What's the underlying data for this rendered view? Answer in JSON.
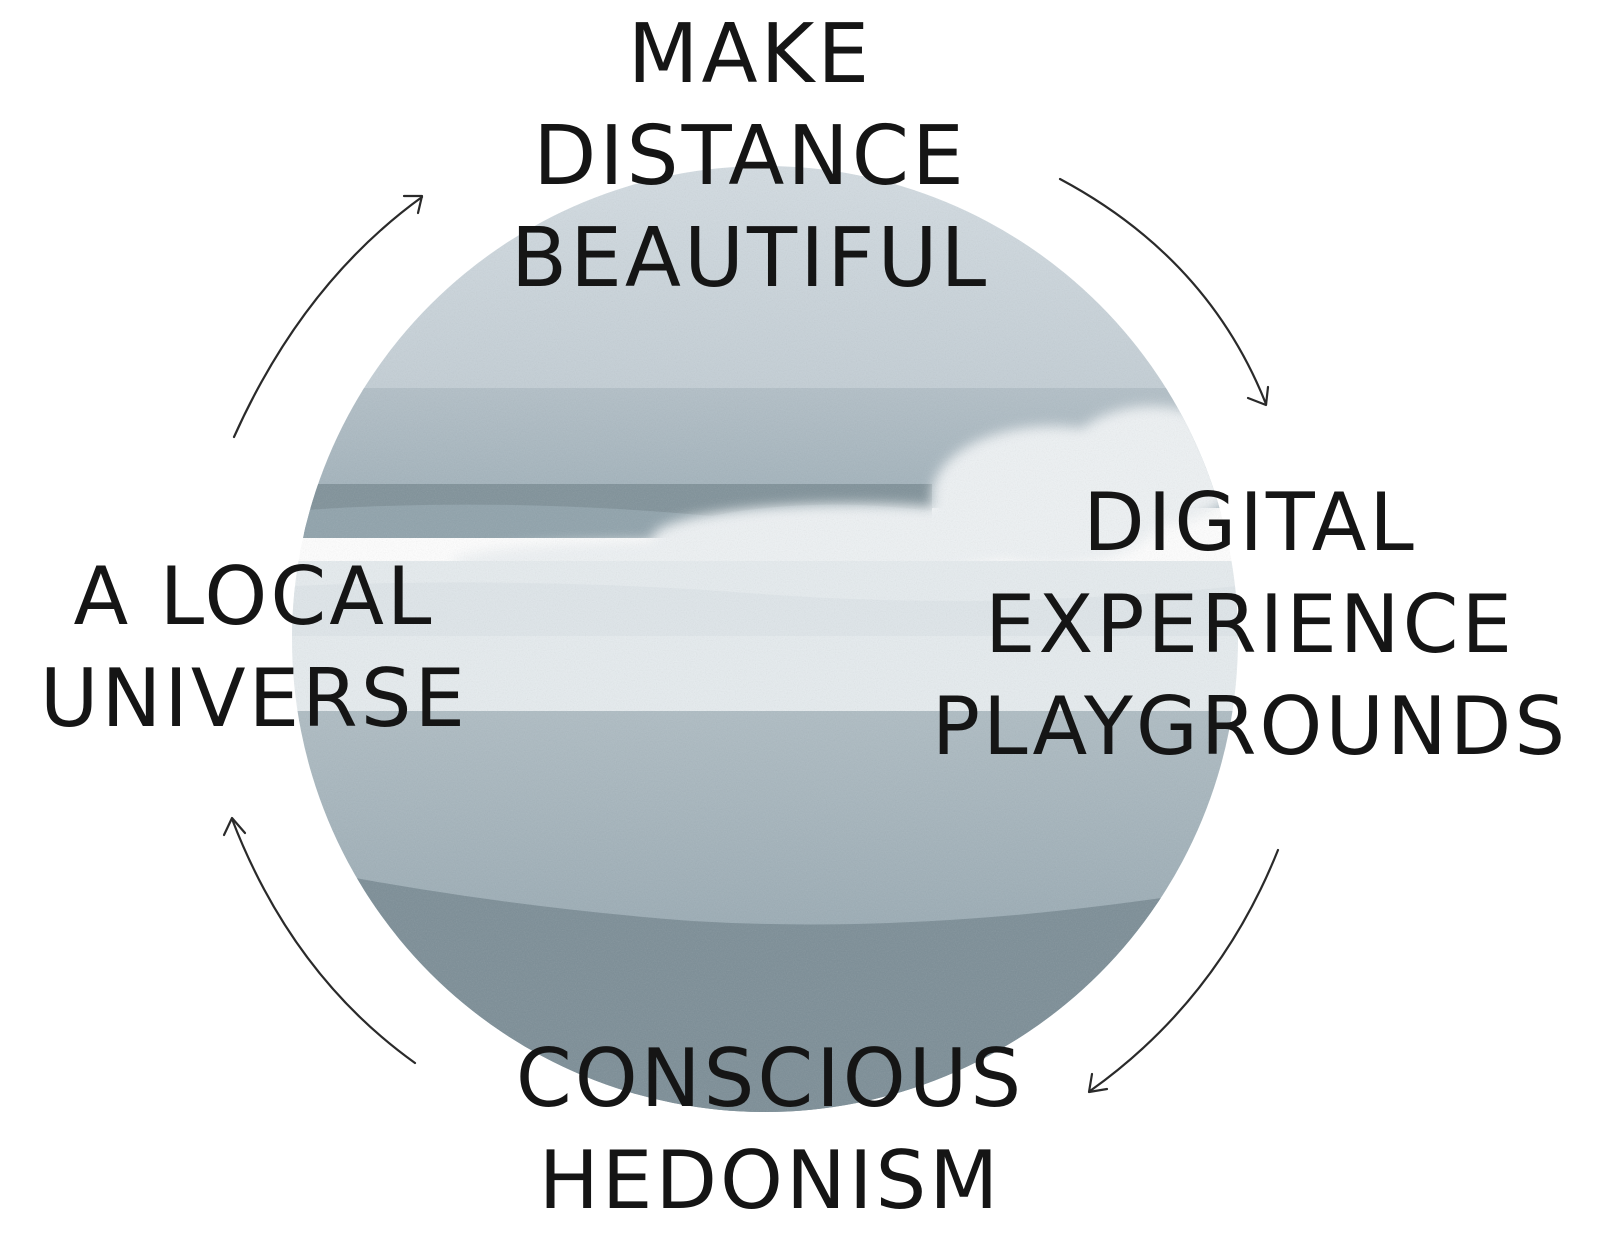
{
  "diagram": {
    "nodes": [
      {
        "id": "top",
        "lines": [
          "MAKE",
          "DISTANCE",
          "BEAUTIFUL"
        ]
      },
      {
        "id": "right",
        "lines": [
          "DIGITAL",
          "EXPERIENCE",
          "PLAYGROUNDS"
        ]
      },
      {
        "id": "bottom",
        "lines": [
          "CONSCIOUS",
          "HEDONISM"
        ]
      },
      {
        "id": "left",
        "lines": [
          "A LOCAL",
          "UNIVERSE"
        ]
      }
    ],
    "flow": [
      "top -> right",
      "right -> bottom",
      "bottom -> left",
      "left -> top"
    ],
    "style": {
      "text_color": "#151515",
      "arrow_color": "#2a2a2a",
      "background": "#ffffff",
      "photo_palette": {
        "sky": "#cbd5dc",
        "sea": "#a9b7c0",
        "wave_dark": "#7f9199",
        "foam": "#eef2f4",
        "sand": "#a3b2ba",
        "shore_dark": "#7b8d96"
      }
    },
    "center_image": {
      "icon": "ocean-wave-beach-photo"
    }
  }
}
